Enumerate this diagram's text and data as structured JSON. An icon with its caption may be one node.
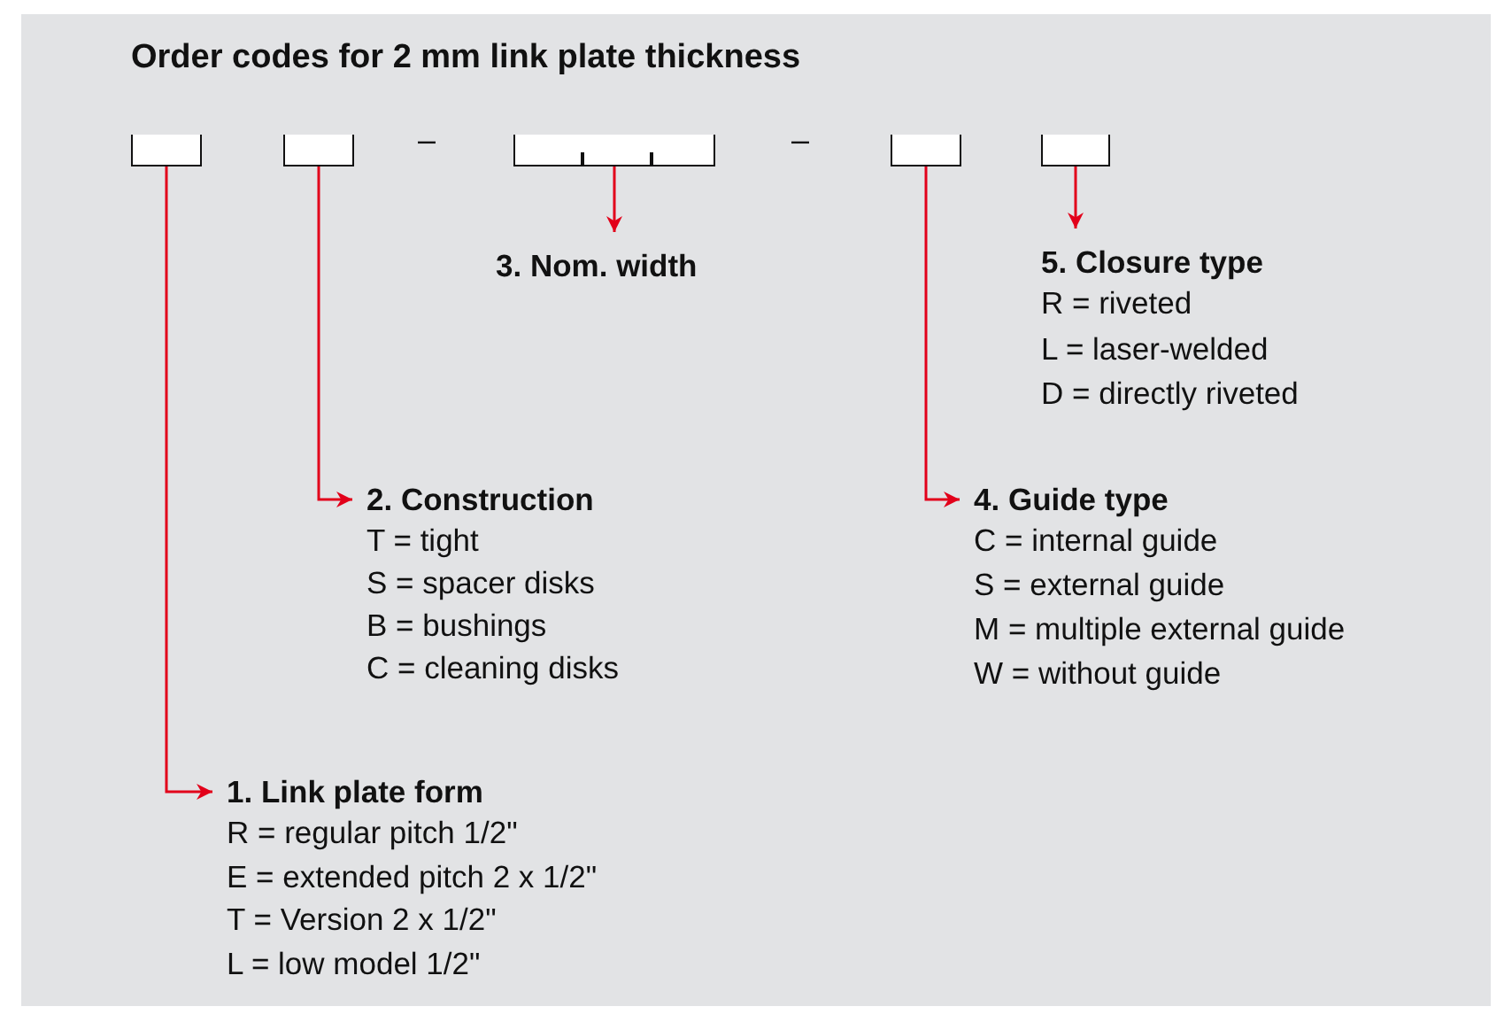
{
  "diagram": {
    "title": "Order codes for 2 mm link plate thickness",
    "nodes": [
      {
        "text": [],
        "shape": "box"
      },
      {
        "text": [],
        "shape": "box"
      },
      {
        "text": [],
        "shape": "box"
      },
      {
        "text": [],
        "shape": "box"
      },
      {
        "text": [],
        "shape": "box"
      },
      {
        "text": [
          "3. Nom. width"
        ]
      },
      {
        "text": [
          "5. Closure type",
          "R = riveted",
          "L = laser-welded",
          "D = directly riveted"
        ]
      },
      {
        "text": [
          "2. Construction",
          "T = tight",
          "S = spacer disks",
          "B = bushings",
          "C = cleaning disks"
        ]
      },
      {
        "text": [
          "4. Guide type",
          "C = internal guide",
          "S = external guide",
          "M = multiple external guide",
          "W = without guide"
        ]
      },
      {
        "text": [
          "1. Link plate form",
          "R = regular pitch 1/2\"",
          "E = extended pitch 2 x 1/2\"",
          "T = Version 2 x 1/2\"",
          "L = low model 1/2\""
        ]
      }
    ],
    "edges": [
      {
        "from": 0,
        "to": 9,
        "arrow": "to"
      },
      {
        "from": 1,
        "to": 7,
        "arrow": "to"
      },
      {
        "from": 2,
        "to": 5,
        "arrow": "to"
      },
      {
        "from": 3,
        "to": 8,
        "arrow": "to"
      },
      {
        "from": 4,
        "to": 6,
        "arrow": "to"
      }
    ],
    "labels": [
      "–",
      "–"
    ]
  }
}
